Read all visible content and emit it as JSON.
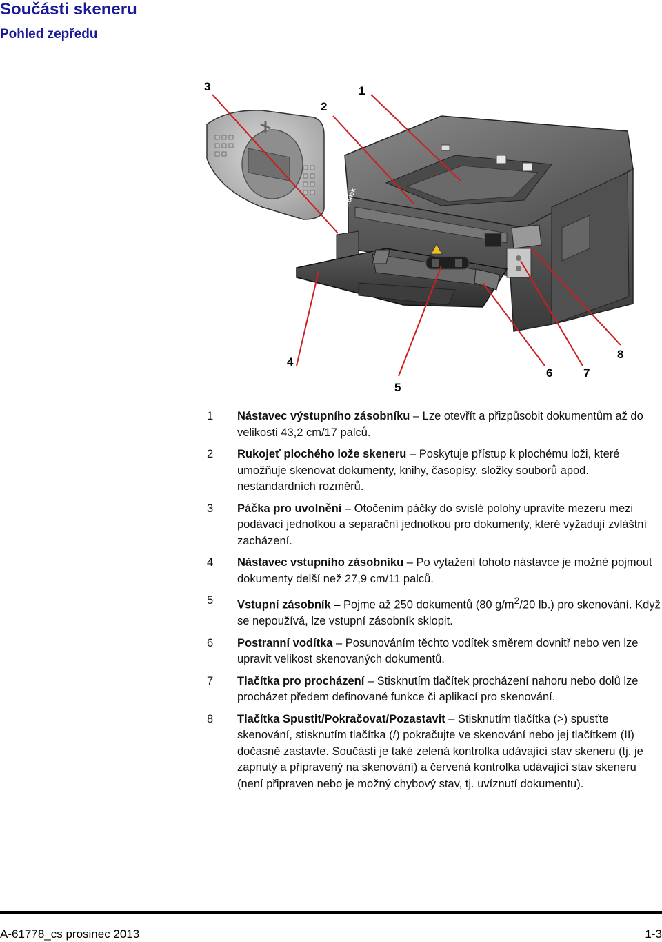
{
  "header": {
    "title": "Součásti skeneru",
    "subtitle": "Pohled zepředu"
  },
  "figure": {
    "callouts": [
      "1",
      "2",
      "3",
      "4",
      "5",
      "6",
      "7",
      "8"
    ],
    "logo_text": "Kodak",
    "leader_color": "#cc1f1f"
  },
  "items": [
    {
      "number": "1",
      "term": "Nástavec výstupního zásobníku",
      "text": " – Lze otevřít a přizpůsobit dokumentům až do velikosti 43,2 cm/17 palců."
    },
    {
      "number": "2",
      "term": "Rukojeť plochého lože skeneru",
      "text": " – Poskytuje přístup k plochému loži, které umožňuje skenovat dokumenty, knihy, časopisy, složky souborů apod. nestandardních rozměrů."
    },
    {
      "number": "3",
      "term": "Páčka pro uvolnění",
      "text": " – Otočením páčky do svislé polohy upravíte mezeru mezi podávací jednotkou a separační jednotkou pro dokumenty, které vyžadují zvláštní zacházení."
    },
    {
      "number": "4",
      "term": "Nástavec vstupního zásobníku",
      "text": " – Po vytažení tohoto nástavce je možné pojmout dokumenty delší než 27,9 cm/11 palců."
    },
    {
      "number": "5",
      "term": "Vstupní zásobník",
      "text_before": " – Pojme až 250 dokumentů (80 g/m",
      "superscript": "2",
      "text_after": "/20 lb.) pro skenování. Když se nepoužívá, lze vstupní zásobník sklopit."
    },
    {
      "number": "6",
      "term": "Postranní vodítka",
      "text": " – Posunováním těchto vodítek směrem dovnitř nebo ven lze upravit velikost skenovaných dokumentů."
    },
    {
      "number": "7",
      "term": "Tlačítka pro procházení",
      "text": " – Stisknutím tlačítek procházení nahoru nebo dolů lze procházet předem definované funkce či aplikací pro skenování."
    },
    {
      "number": "8",
      "term": "Tlačítka Spustit/Pokračovat/Pozastavit",
      "text": " – Stisknutím tlačítka (>) spusťte skenování, stisknutím tlačítka (/) pokračujte ve skenování nebo jej tlačítkem (II) dočasně zastavte. Součástí je také zelená kontrolka udávající stav skeneru (tj. je zapnutý a připravený na skenování) a červená kontrolka udávající stav skeneru (není připraven nebo je možný chybový stav, tj. uvíznutí dokumentu)."
    }
  ],
  "footer": {
    "doc_id": "A-61778_cs  prosinec 2013",
    "page": "1-3"
  }
}
